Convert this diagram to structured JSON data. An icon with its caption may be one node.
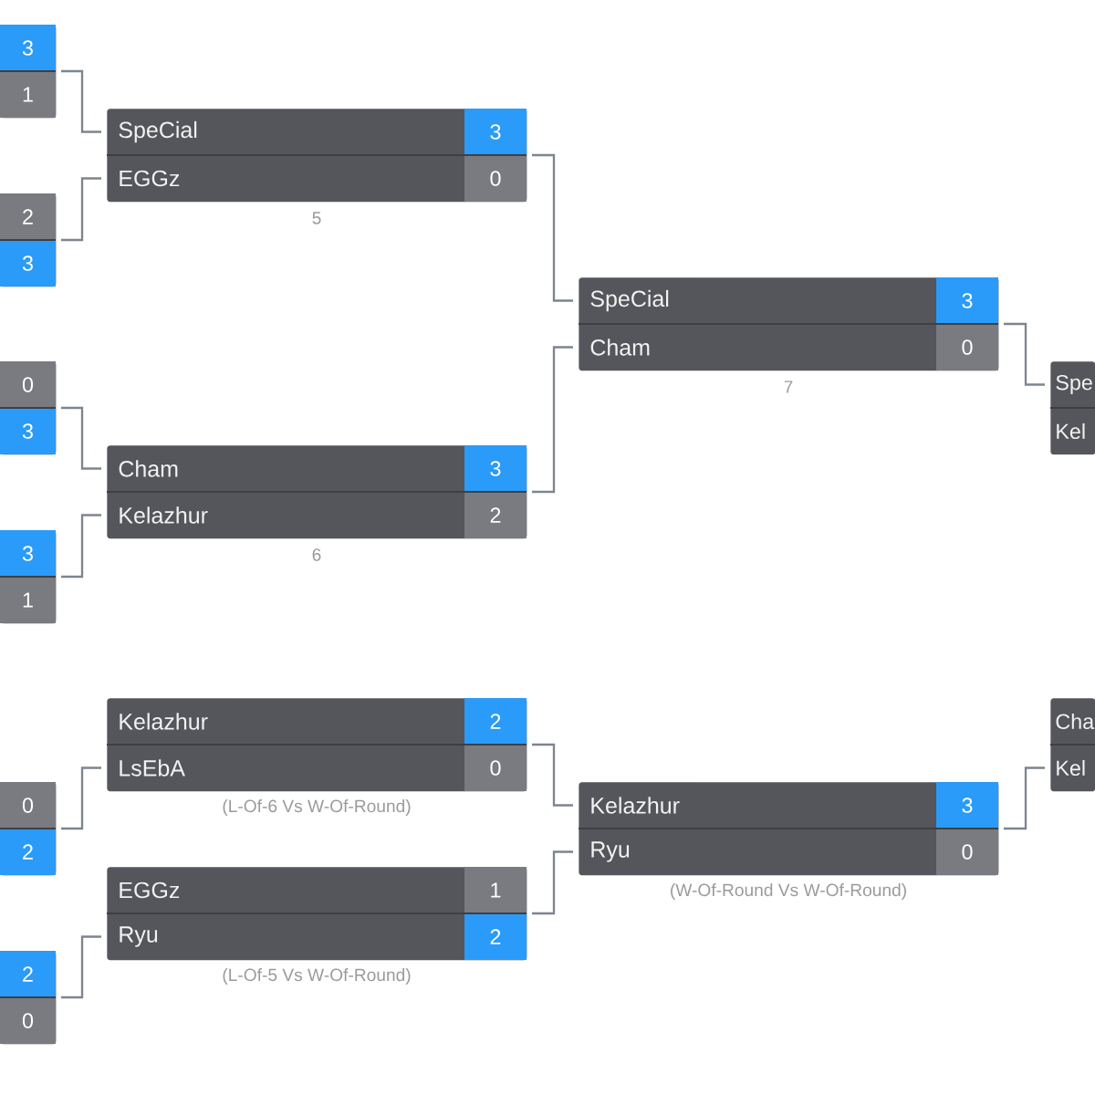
{
  "diagram": {
    "nodes": [
      {
        "text": [
          "3",
          "1"
        ]
      },
      {
        "text": [
          "2",
          "3"
        ]
      },
      {
        "text": [
          "0",
          "3"
        ]
      },
      {
        "text": [
          "3",
          "1"
        ]
      },
      {
        "text": [
          "SpeCial",
          "3",
          "EGGz",
          "0"
        ],
        "beside": [
          "5"
        ]
      },
      {
        "text": [
          "Cham",
          "3",
          "Kelazhur",
          "2"
        ],
        "beside": [
          "6"
        ]
      },
      {
        "text": [
          "SpeCial",
          "3",
          "Cham",
          "0"
        ],
        "beside": [
          "7"
        ]
      },
      {
        "text": [
          "Spe",
          "Kel"
        ]
      },
      {
        "text": [
          "0",
          "2"
        ]
      },
      {
        "text": [
          "2",
          "0"
        ]
      },
      {
        "text": [
          "Kelazhur",
          "2",
          "LsEbA",
          "0"
        ],
        "beside": [
          "(L-Of-6 Vs W-Of-Round)"
        ]
      },
      {
        "text": [
          "EGGz",
          "1",
          "Ryu",
          "2"
        ],
        "beside": [
          "(L-Of-5 Vs W-Of-Round)"
        ]
      },
      {
        "text": [
          "Kelazhur",
          "3",
          "Ryu",
          "0"
        ],
        "beside": [
          "(W-Of-Round Vs W-Of-Round)"
        ]
      },
      {
        "text": [
          "Cha",
          "Kel"
        ]
      }
    ],
    "edges": [
      {
        "from": 0,
        "to": 4,
        "arrow": "none"
      },
      {
        "from": 1,
        "to": 4,
        "arrow": "none"
      },
      {
        "from": 2,
        "to": 5,
        "arrow": "none"
      },
      {
        "from": 3,
        "to": 5,
        "arrow": "none"
      },
      {
        "from": 4,
        "to": 6,
        "arrow": "none"
      },
      {
        "from": 5,
        "to": 6,
        "arrow": "none"
      },
      {
        "from": 6,
        "to": 7,
        "arrow": "none"
      },
      {
        "from": 8,
        "to": 10,
        "arrow": "none"
      },
      {
        "from": 9,
        "to": 11,
        "arrow": "none"
      },
      {
        "from": 10,
        "to": 12,
        "arrow": "none"
      },
      {
        "from": 11,
        "to": 12,
        "arrow": "none"
      },
      {
        "from": 12,
        "to": 13,
        "arrow": "none"
      }
    ]
  }
}
